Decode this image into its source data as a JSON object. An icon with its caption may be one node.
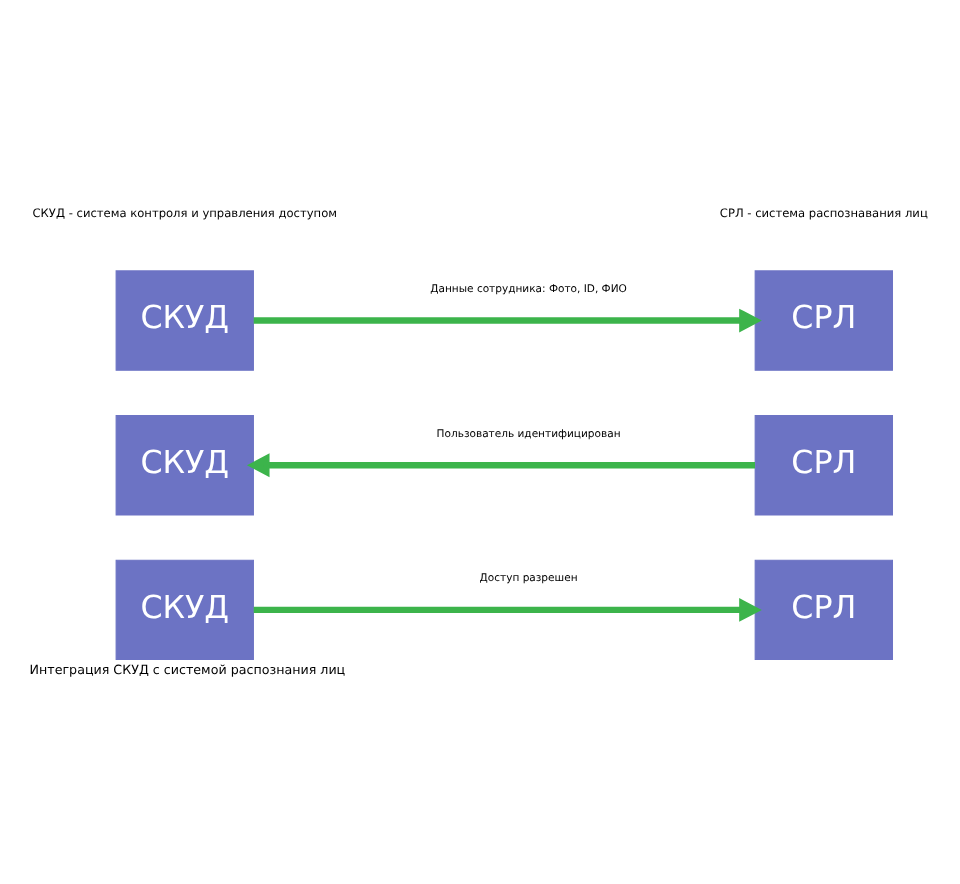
{
  "diagram": {
    "caption": "Интеграция СКУД с системой распознания лиц",
    "nodes": [
      {
        "text": [
          "СКУД"
        ]
      },
      {
        "text": [
          "СРЛ"
        ]
      },
      {
        "text": [
          "СКУД"
        ]
      },
      {
        "text": [
          "СРЛ"
        ]
      },
      {
        "text": [
          "СКУД"
        ]
      },
      {
        "text": [
          "СРЛ"
        ]
      }
    ],
    "edges": [
      {
        "from": 0,
        "to": 1,
        "arrow": "to",
        "label": "Данные сотрудника: Фото, ID, ФИО"
      },
      {
        "from": 3,
        "to": 2,
        "arrow": "to",
        "label": "Пользователь идентифицирован"
      },
      {
        "from": 4,
        "to": 5,
        "arrow": "to",
        "label": "Доступ разрешен"
      }
    ],
    "labels": [
      "СКУД - система контроля и управления доступом",
      "СРЛ - система распознавания лиц"
    ]
  }
}
